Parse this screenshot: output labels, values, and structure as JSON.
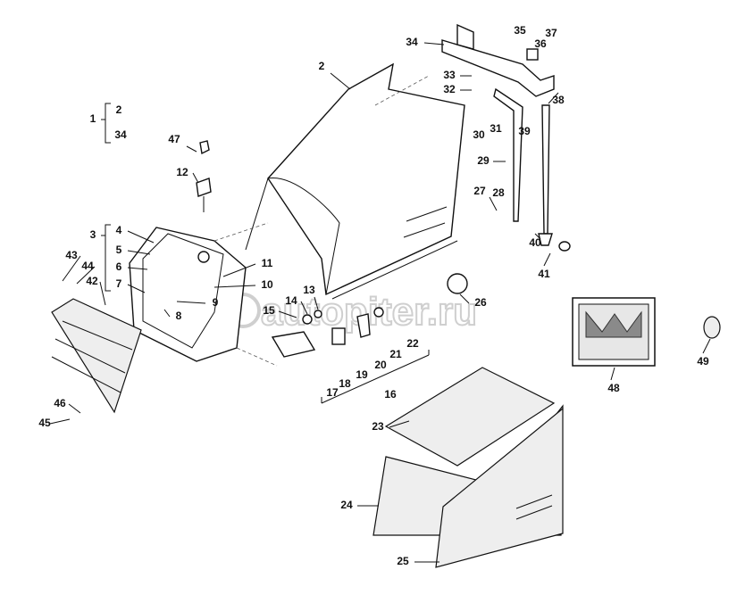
{
  "diagram": {
    "watermark": "autopiter.ru",
    "callouts": [
      "2",
      "34",
      "35",
      "36",
      "37",
      "33",
      "32",
      "38",
      "30",
      "31",
      "39",
      "29",
      "27",
      "28",
      "40",
      "41",
      "1",
      "2",
      "34",
      "47",
      "12",
      "3",
      "4",
      "5",
      "6",
      "7",
      "11",
      "10",
      "9",
      "8",
      "43",
      "44",
      "42",
      "13",
      "14",
      "15",
      "26",
      "22",
      "21",
      "20",
      "19",
      "18",
      "17",
      "16",
      "46",
      "45",
      "48",
      "49",
      "23",
      "24",
      "25"
    ]
  }
}
